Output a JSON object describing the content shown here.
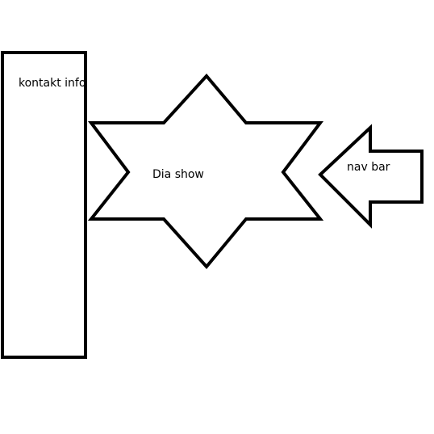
{
  "sketch": {
    "stroke_color": "#000000",
    "background_color": "#ffffff"
  },
  "labels": {
    "contact_info": "kontakt info",
    "slideshow": "Dia show",
    "nav_bar": "nav bar"
  }
}
